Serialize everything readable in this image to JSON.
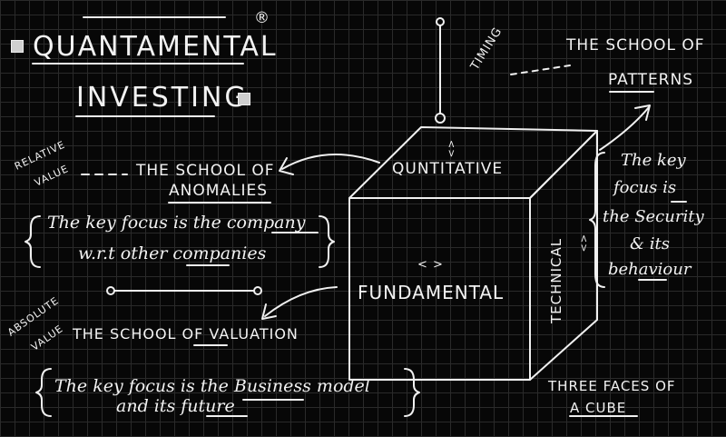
{
  "title": {
    "line1": "Quantamental",
    "line2": "Investing",
    "registered_mark": "®"
  },
  "patterns": {
    "timing_label": "Timing",
    "school_line1": "The School of",
    "school_line2": "Patterns"
  },
  "anomalies": {
    "relative_line1": "Relative",
    "relative_line2": "Value",
    "school_line1": "The School of",
    "school_line2": "Anomalies",
    "focus_line1": "The key focus is the company",
    "focus_line2": "w.r.t other companies"
  },
  "valuation": {
    "absolute_line1": "Absolute",
    "absolute_line2": "Value",
    "school": "The School of Valuation",
    "focus_line1": "The key focus is the Business model",
    "focus_line2": "and its future"
  },
  "cube": {
    "top_face": "Quntitative",
    "front_face": "Fundamental",
    "side_face": "Technical",
    "vertical_arrows": "<>",
    "horizontal_arrows": "< >",
    "caption_line1": "Three faces of",
    "caption_line2": "a cube"
  },
  "security": {
    "line1": "The key",
    "line2": "focus is",
    "line3": "the Security",
    "line4": "& its",
    "line5": "behaviour"
  }
}
